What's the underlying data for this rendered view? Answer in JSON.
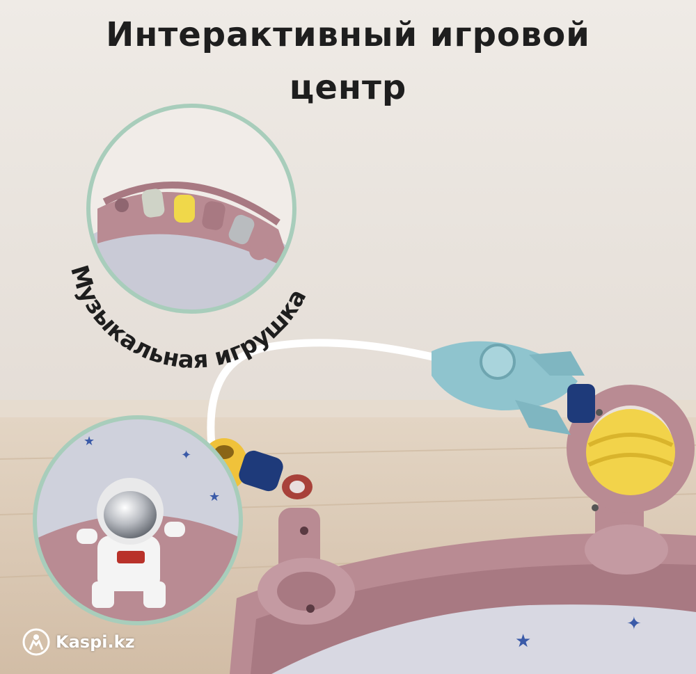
{
  "title": {
    "line1": "Интерактивный игровой",
    "line2": "центр"
  },
  "callout_label": "Музыкальная игрушка",
  "watermark": {
    "text": "Kaspi.kz",
    "icon": "kaspi-logo-icon"
  },
  "colors": {
    "background": "#ece8e3",
    "floor": "#dccbb6",
    "frame_mauve": "#b98b93",
    "callout_ring": "#a8cdbb",
    "rocket_blue": "#8fc4ce",
    "planet_yellow": "#f2d34a",
    "text": "#1e1e1e"
  }
}
